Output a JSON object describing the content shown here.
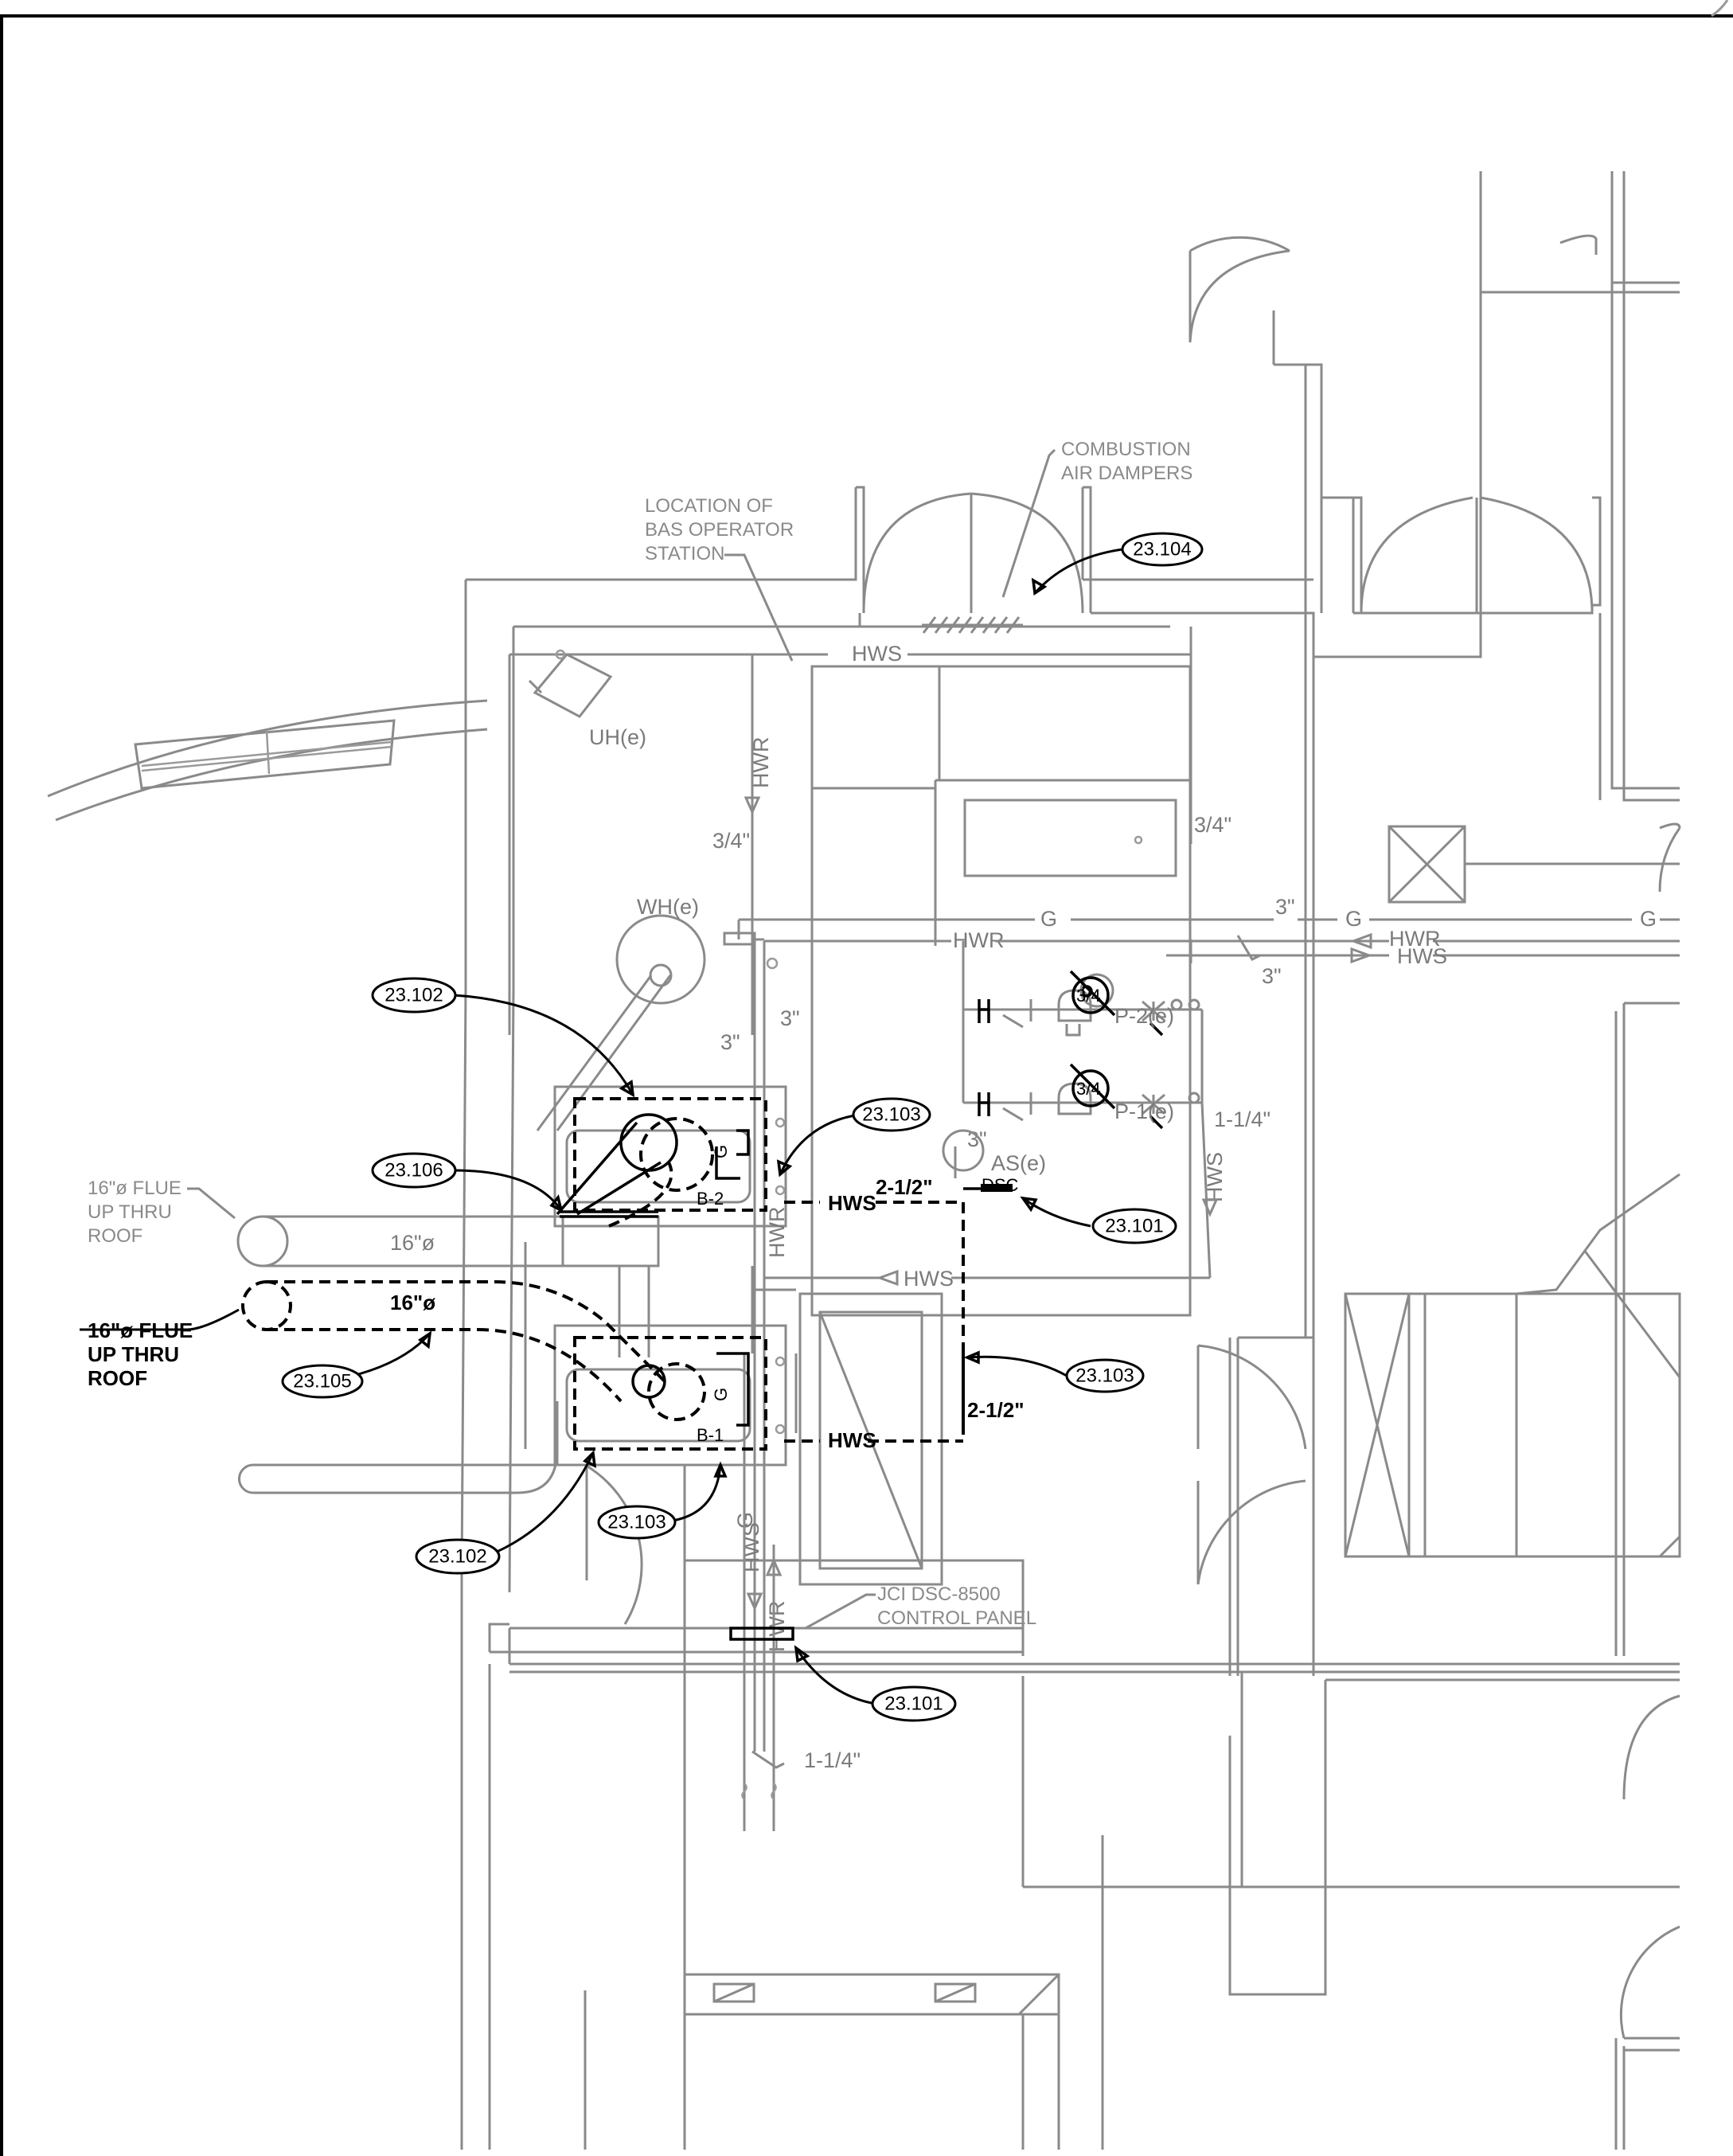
{
  "notes": {
    "combustion": [
      "COMBUSTION",
      "AIR DAMPERS"
    ],
    "bas": [
      "LOCATION OF",
      "BAS OPERATOR",
      "STATION"
    ],
    "flue_upper": [
      "16\"ø FLUE",
      "UP THRU",
      "ROOF"
    ],
    "flue_lower": [
      "16\"ø FLUE",
      "UP THRU",
      "ROOF"
    ],
    "jci": [
      "JCI DSC-8500",
      "CONTROL PANEL"
    ]
  },
  "equipment": {
    "uh": "UH(e)",
    "wh": "WH(e)",
    "as": "AS(e)",
    "p2": "P-2(e)",
    "p1": "P-1(e)",
    "b2": "B-2",
    "b1": "B-1",
    "pump_size_p2": "3/4",
    "pump_size_p1": "3/4"
  },
  "pipes": {
    "hws": "HWS",
    "hwr": "HWR",
    "g": "G",
    "s_3_4_a": "3/4\"",
    "s_3_4_b": "3/4\"",
    "s_3_a": "3\"",
    "s_3_b": "3\"",
    "s_3_c": "3\"",
    "s_3_d": "3\"",
    "s_3_e": "3\"",
    "s_1_1_4_a": "1-1/4\"",
    "s_1_1_4_b": "1-1/4\"",
    "s_2_1_2_a": "2-1/2\"",
    "s_2_1_2_b": "2-1/2\"",
    "flue_a": "16\"ø",
    "flue_b": "16\"ø",
    "dsc": "DSC"
  },
  "tags": {
    "t101a": "23.101",
    "t101b": "23.101",
    "t102a": "23.102",
    "t102b": "23.102",
    "t103a": "23.103",
    "t103b": "23.103",
    "t103c": "23.103",
    "t104": "23.104",
    "t105": "23.105",
    "t106": "23.106"
  }
}
